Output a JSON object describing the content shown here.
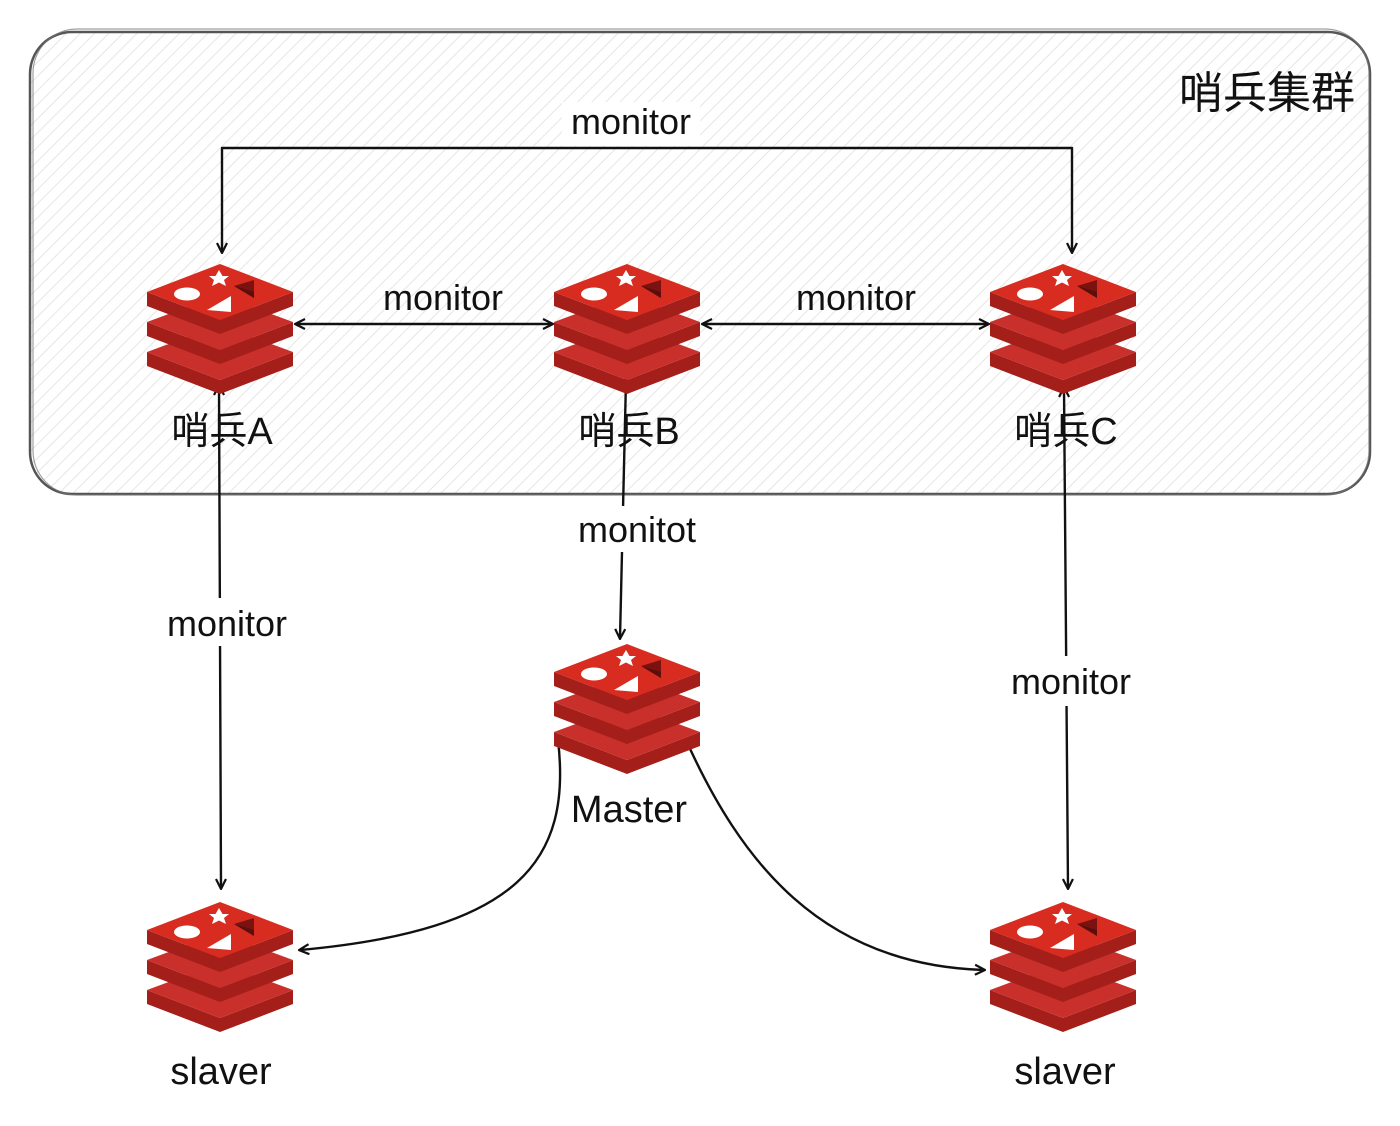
{
  "cluster": {
    "title": "哨兵集群"
  },
  "nodes": {
    "sentinel_a": {
      "label": "哨兵A"
    },
    "sentinel_b": {
      "label": "哨兵B"
    },
    "sentinel_c": {
      "label": "哨兵C"
    },
    "master": {
      "label": "Master"
    },
    "slave_left": {
      "label": "slaver"
    },
    "slave_right": {
      "label": "slaver"
    }
  },
  "edges": {
    "a_c_top": "monitor",
    "a_b": "monitor",
    "b_c": "monitor",
    "b_master": "monitot",
    "a_slave": "monitor",
    "c_slave": "monitor"
  },
  "colors": {
    "redis_red": "#c6302b",
    "redis_dark": "#9f1f1b",
    "redis_top": "#d82c20",
    "stroke": "#111111",
    "cluster_border": "#555555"
  },
  "icons": {
    "node_icon": "redis-logo-icon"
  }
}
